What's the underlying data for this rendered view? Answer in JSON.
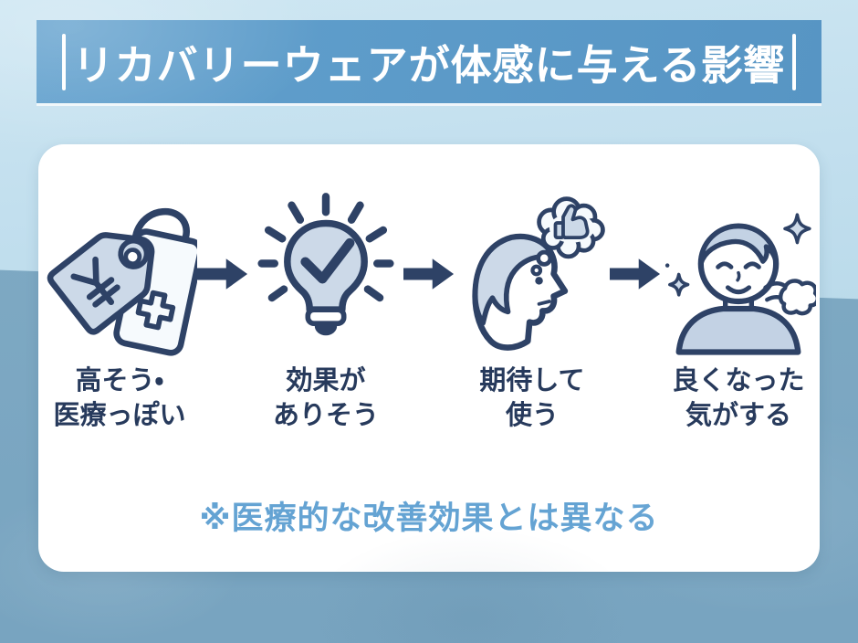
{
  "banner": {
    "title": "リカバリーウェアが体感に与える影響"
  },
  "steps": [
    {
      "id": "impression",
      "icon": "price-tag-medical-icon",
      "label_line1": "高そう・",
      "label_line2": "医療っぽい"
    },
    {
      "id": "expectation",
      "icon": "lightbulb-check-icon",
      "label_line1": "効果が",
      "label_line2": "ありそう"
    },
    {
      "id": "usage",
      "icon": "thinking-thumbs-up-icon",
      "label_line1": "期待して",
      "label_line2": "使う"
    },
    {
      "id": "feeling",
      "icon": "smiling-person-sparkle-icon",
      "label_line1": "良くなった",
      "label_line2": "気がする"
    }
  ],
  "note": {
    "text": "※医療的な改善効果とは異なる"
  },
  "colors": {
    "banner_blue": "#5b9ac8",
    "navy_outline": "#2e4266",
    "icon_fill_light": "#ccd9e8",
    "icon_fill_white": "#f6fafd",
    "note_blue": "#64a3d3",
    "label_navy": "#273a5c",
    "background_light": "#c2dfee",
    "background_dark": "#7ea9c3",
    "card_white": "#ffffff"
  }
}
